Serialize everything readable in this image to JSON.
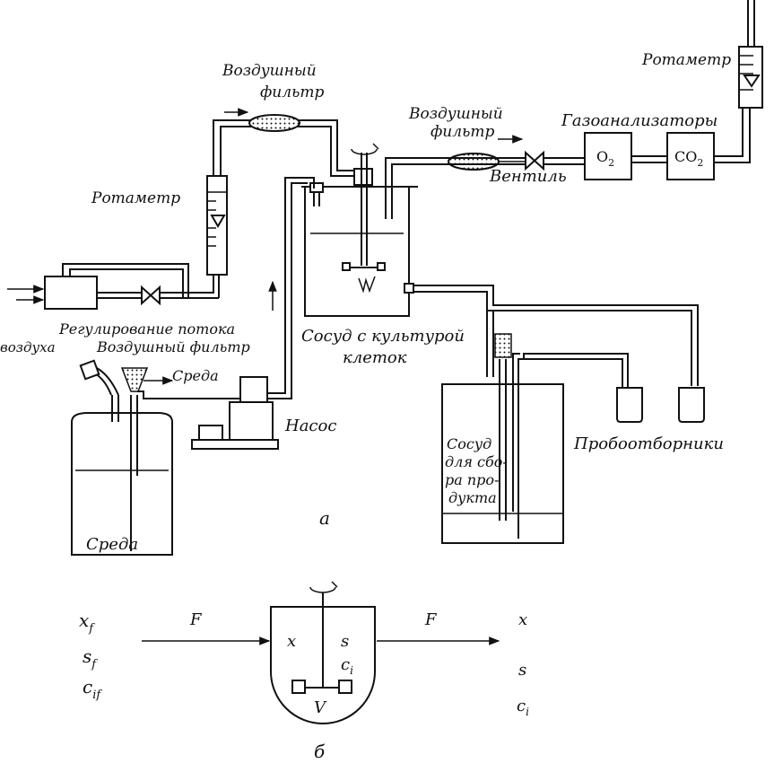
{
  "labels": {
    "air_filter_top": [
      "Воздушный",
      "фильтр"
    ],
    "rotameter_left": "Ротаметр",
    "flow_control": [
      "Регулирование потока",
      "воздуха"
    ],
    "air_filter_left": "Воздушный фильтр",
    "medium_arrow": "Среда",
    "medium_bottle": "Среда",
    "pump": "Насос",
    "culture_vessel": [
      "Сосуд с культурой",
      "клеток"
    ],
    "air_filter_right": [
      "Воздушный",
      "фильтр"
    ],
    "valve": "Вентиль",
    "gas_analyzers": "Газоанализаторы",
    "o2": "O",
    "o2_sub": "2",
    "co2": "CO",
    "co2_sub": "2",
    "rotameter_right": "Ротаметр",
    "product_vessel": [
      "Сосуд",
      "для сбо-",
      "ра про-",
      "дукта"
    ],
    "samplers": "Пробоотборники",
    "part_a": "а",
    "part_b": "б"
  },
  "scheme_b": {
    "inflow": "F",
    "outflow": "F",
    "inputs": [
      {
        "base": "x",
        "sub": "f"
      },
      {
        "base": "s",
        "sub": "f"
      },
      {
        "base": "c",
        "sub": "if"
      }
    ],
    "inside": [
      {
        "base": "x",
        "sub": ""
      },
      {
        "base": "s",
        "sub": ""
      },
      {
        "base": "c",
        "sub": "i"
      }
    ],
    "volume": "V",
    "outputs": [
      {
        "base": "x",
        "sub": ""
      },
      {
        "base": "s",
        "sub": ""
      },
      {
        "base": "c",
        "sub": "i"
      }
    ]
  }
}
